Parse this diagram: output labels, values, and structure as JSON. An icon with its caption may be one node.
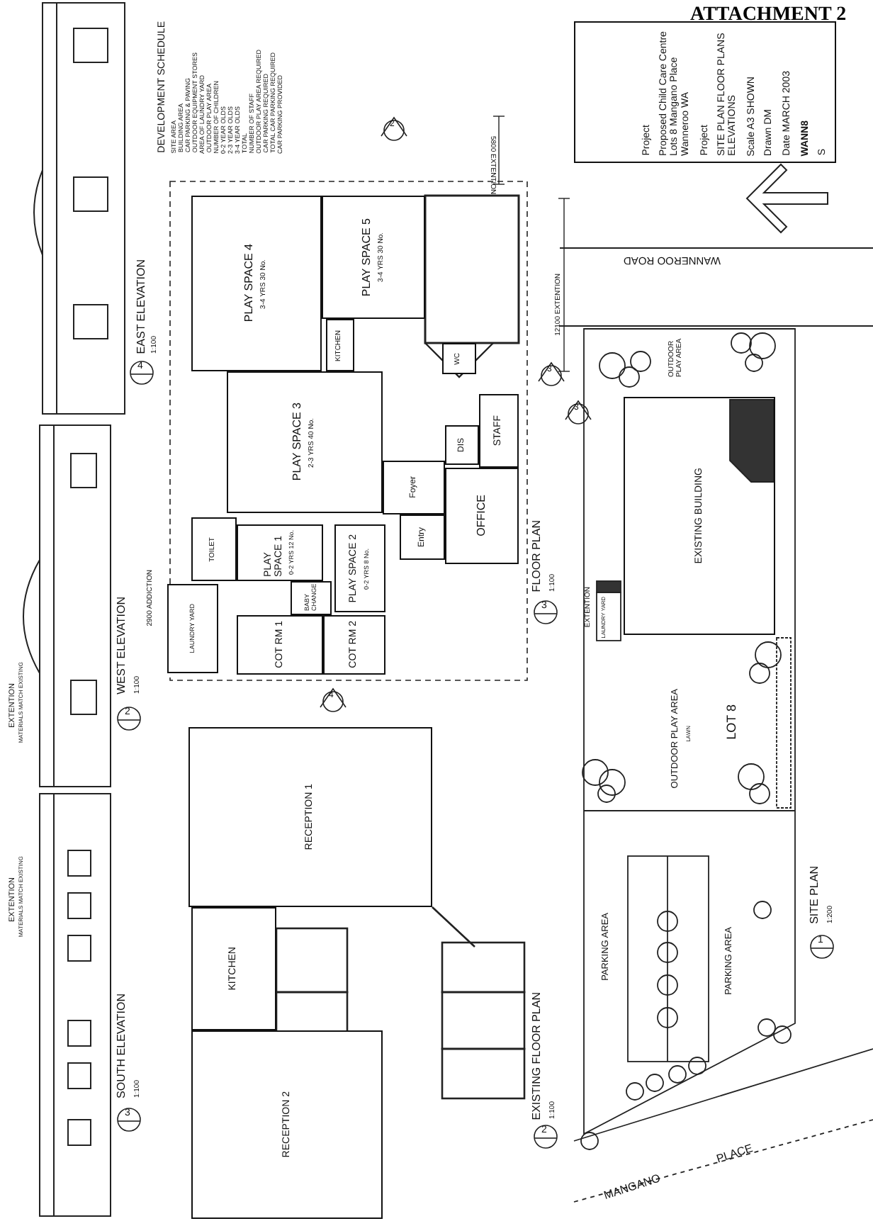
{
  "diagram": {
    "title": "ATTACHMENT 2",
    "nodes": [
      {
        "text": [
          "Project",
          "Proposed Child Care Centre Lots 8 Mangano Place Wanneroo WA",
          "Project",
          "SITE PLAN FLOOR PLANS ELEVATIONS",
          "Scale A3 SHOWN",
          "Drawn DM",
          "Date MARCH 2003",
          "WANN8",
          "S"
        ]
      },
      {
        "text": [
          "PLAY SPACE 4",
          "3-4 YRS 30 No."
        ]
      },
      {
        "text": [
          "PLAY SPACE 5",
          "3-4 YRS 30 No."
        ]
      },
      {
        "text": [
          "KITCHEN"
        ]
      },
      {
        "text": [
          "WC"
        ]
      },
      {
        "text": [
          "PLAY SPACE 3",
          "2-3 YRS 40 No."
        ]
      },
      {
        "text": [
          "STAFF"
        ]
      },
      {
        "text": [
          "DIS"
        ]
      },
      {
        "text": [
          "Foyer"
        ]
      },
      {
        "text": [
          "Entry"
        ]
      },
      {
        "text": [
          "OFFICE"
        ]
      },
      {
        "text": [
          "TOILET"
        ]
      },
      {
        "text": [
          "PLAY SPACE 1",
          "0-2 YRS 12 No."
        ]
      },
      {
        "text": [
          "PLAY SPACE 2",
          "0-2 YRS 8 No."
        ]
      },
      {
        "text": [
          "BABY CHANGE"
        ]
      },
      {
        "text": [
          "LAUNDRY YARD"
        ]
      },
      {
        "text": [
          "COT RM 1"
        ]
      },
      {
        "text": [
          "COT RM 2"
        ]
      },
      {
        "text": [
          "RECEPTION 1"
        ]
      },
      {
        "text": [
          "KITCHEN"
        ]
      },
      {
        "text": [
          "RECEPTION 2"
        ]
      },
      {
        "text": [
          "EXISTING BUILDING"
        ]
      }
    ],
    "labels": [
      "DEVELOPMENT SCHEDULE",
      "SITE AREA",
      "BUILDING AREA",
      "CAR PARKING & PAVING",
      "OUTDOOR EQUIPMENT STORES",
      "AREA OF LAUNDRY YARD",
      "OUTDOOR PLAY AREA",
      "NUMBER OF CHILDREN",
      "0-2 YEAR OLDS",
      "2-3 YEAR OLDS",
      "3-4 YEAR OLDS",
      "TOTAL",
      "NUMBER OF STAFF",
      "OUTDOOR PLAY AREA REQUIRED",
      "CAR PARKING REQUIRED",
      "TOTAL CAR PARKING REQUIRED",
      "CAR PARKING PROVIDED",
      "EAST ELEVATION",
      "1:100",
      "4",
      "EXTENTION",
      "MATERIALS MATCH EXISTING",
      "EXTENTION",
      "MATERIALS MATCH EXISTING",
      "WEST ELEVATION",
      "1:100",
      "2",
      "SOUTH ELEVATION",
      "1:100",
      "3",
      "2",
      "5800 EXTENTION",
      "2900 ADDICTION",
      "3",
      "FLOOR PLAN",
      "1:100",
      "3",
      "4",
      "EXISTING FLOOR PLAN",
      "1:100",
      "2",
      "12100 EXTENTION",
      "WANNEROO ROAD",
      "OUTDOOR PLAY AREA",
      "3",
      "EXTENTION",
      "LAUNDRY YARD",
      "OUTDOOR PLAY AREA",
      "LAWN",
      "LOT 8",
      "PARKING AREA",
      "PARKING AREA",
      "SITE PLAN",
      "1:200",
      "1",
      "MANGANO PLACE"
    ]
  }
}
